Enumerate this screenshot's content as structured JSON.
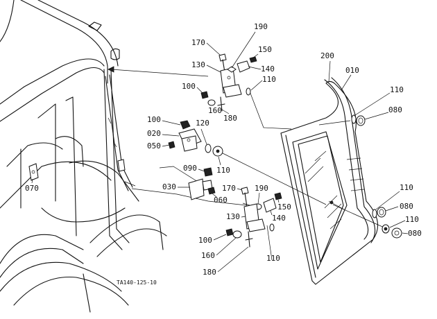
{
  "figure_code": "TA140-125-10",
  "labels": {
    "p170_top": "170",
    "p190_top": "190",
    "p150_top": "150",
    "p130_top": "130",
    "p140_top": "140",
    "p110_top": "110",
    "p100_top": "100",
    "p160_top": "160",
    "p180_top": "180",
    "p200": "200",
    "p010": "010",
    "p110_right_top": "110",
    "p080_right_top": "080",
    "p100_mid": "100",
    "p020": "020",
    "p120": "120",
    "p050": "050",
    "p110_mid": "110",
    "p090": "090",
    "p070": "070",
    "p030": "030",
    "p060": "060",
    "p170_bot": "170",
    "p190_bot": "190",
    "p150_bot": "150",
    "p140_bot": "140",
    "p130_bot": "130",
    "p100_bot": "100",
    "p160_bot": "160",
    "p180_bot": "180",
    "p110_bot": "110",
    "p110_right_mid": "110",
    "p080_right_mid": "080",
    "p110_right_low": "110",
    "p080_right_low": "080"
  }
}
